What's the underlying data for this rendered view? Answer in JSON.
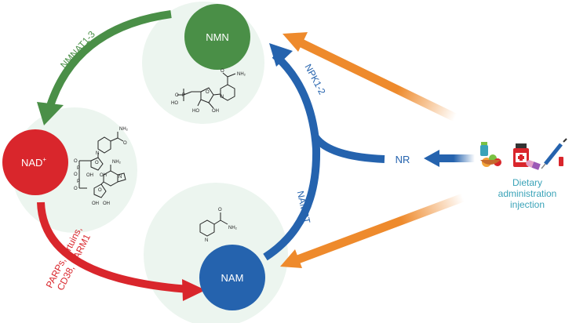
{
  "nodes": {
    "nmn": {
      "label": "NMN",
      "color": "#4a8f47"
    },
    "nad": {
      "label": "NAD",
      "superscript": "+",
      "color": "#d9262c"
    },
    "nam": {
      "label": "NAM",
      "color": "#2563ae"
    },
    "nr": {
      "label": "NR",
      "color": "#2563ae"
    }
  },
  "enzymes": {
    "nmnat": {
      "label": "NMNAT1-3",
      "color": "#4a8f47"
    },
    "npk": {
      "label": "NPK1-2",
      "color": "#2563ae"
    },
    "nampt": {
      "label": "NAMPT",
      "color": "#2563ae"
    },
    "consumers": {
      "line1": "PARPs, sirtuins,",
      "line2": "CD38, SARM1",
      "color": "#d9262c"
    }
  },
  "sources": {
    "line1": "Dietary",
    "line2": "administration",
    "line3": "injection",
    "color": "#3aa3b8",
    "icons": [
      "food-icon",
      "medicine-bottle-icon",
      "pills-icon",
      "syringe-icon"
    ]
  },
  "colors": {
    "bubble": "#ecf5ef",
    "orange_arrow": "#ee8a2c",
    "blue_arrow": "#2563ae",
    "green_arrow": "#4a8f47",
    "red_arrow": "#d9262c"
  },
  "chem_labels": {
    "nh2": "NH₂",
    "o": "O",
    "oh": "OH",
    "ho": "HO",
    "n": "N",
    "p": "P"
  }
}
